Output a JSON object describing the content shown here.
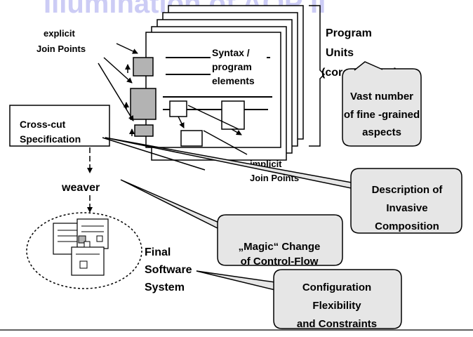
{
  "title": "Illumination of AOP II",
  "program_units": {
    "line1": "Program",
    "line2": "Units",
    "line3": "(core aspects)"
  },
  "explicit_join_points": {
    "line1": "explicit",
    "line2": "Join Points"
  },
  "syntax": {
    "line1": "Syntax /",
    "line2": "program",
    "line3": "elements"
  },
  "crosscut_spec": {
    "line1": "Cross-cut",
    "line2": "Specification"
  },
  "implicit_join_points": {
    "line1": "implicit",
    "line2": "Join Points"
  },
  "weaver": "weaver",
  "final_system": {
    "line1": "Final",
    "line2": "Software",
    "line3": "System"
  },
  "callouts": {
    "vast": {
      "line1": "Vast number",
      "line2": "of fine -grained",
      "line3": "aspects"
    },
    "invasive": {
      "line1": "Description of",
      "line2": "Invasive",
      "line3": "Composition"
    },
    "magic": {
      "line1": "„Magic“ Change",
      "line2": "of Control-Flow"
    },
    "config": {
      "line1": "Configuration",
      "line2": "Flexibility",
      "line3": "and Constraints"
    }
  },
  "colors": {
    "callout_fill": "#e6e6e6",
    "jp_fill": "#b3b3b3",
    "title": "#ccccf5"
  }
}
